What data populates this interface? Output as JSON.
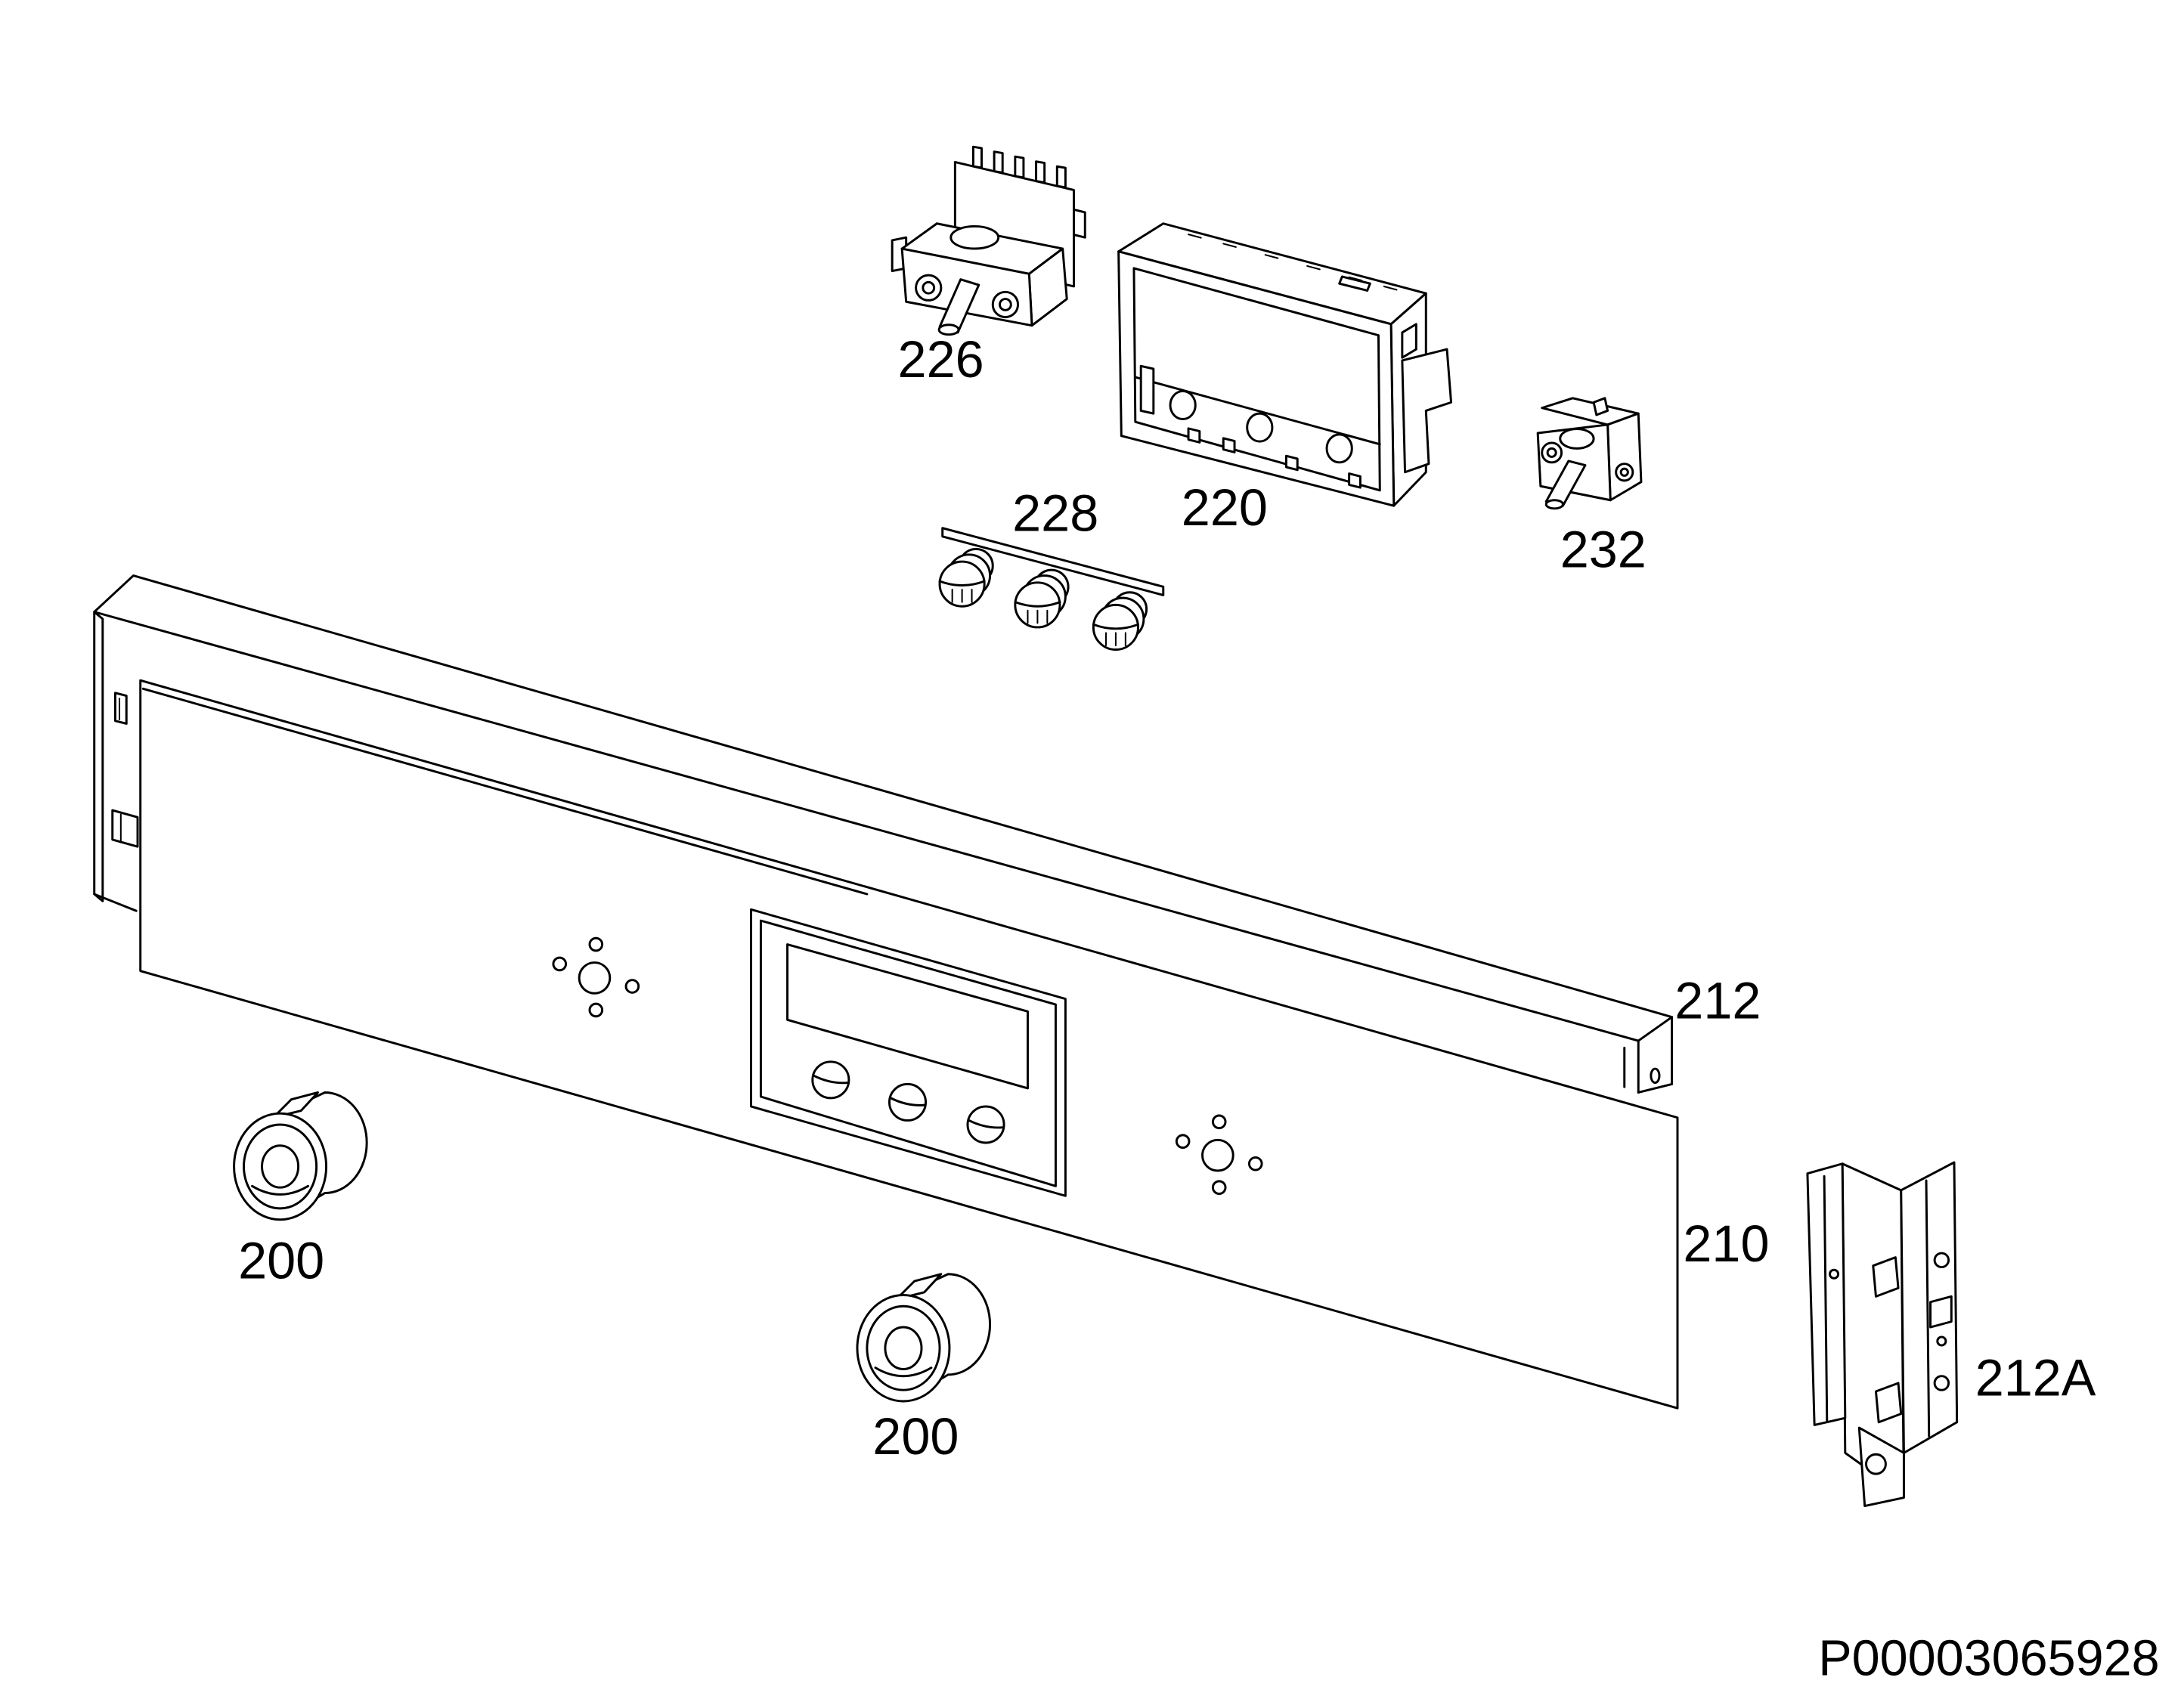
{
  "labels": {
    "part_226": "226",
    "part_228": "228",
    "part_220": "220",
    "part_232": "232",
    "part_212": "212",
    "part_210": "210",
    "part_200_left": "200",
    "part_200_center": "200",
    "part_212A": "212A"
  },
  "document_code": "P00003065928",
  "colors": {
    "ink": "#000000",
    "paper": "#ffffff"
  }
}
